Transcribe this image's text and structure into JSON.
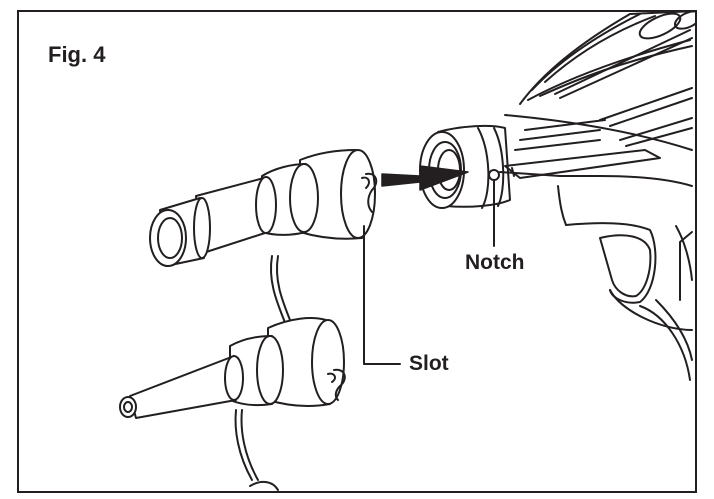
{
  "figure": {
    "title": "Fig. 4",
    "labels": {
      "notch": "Notch",
      "slot": "Slot"
    }
  }
}
